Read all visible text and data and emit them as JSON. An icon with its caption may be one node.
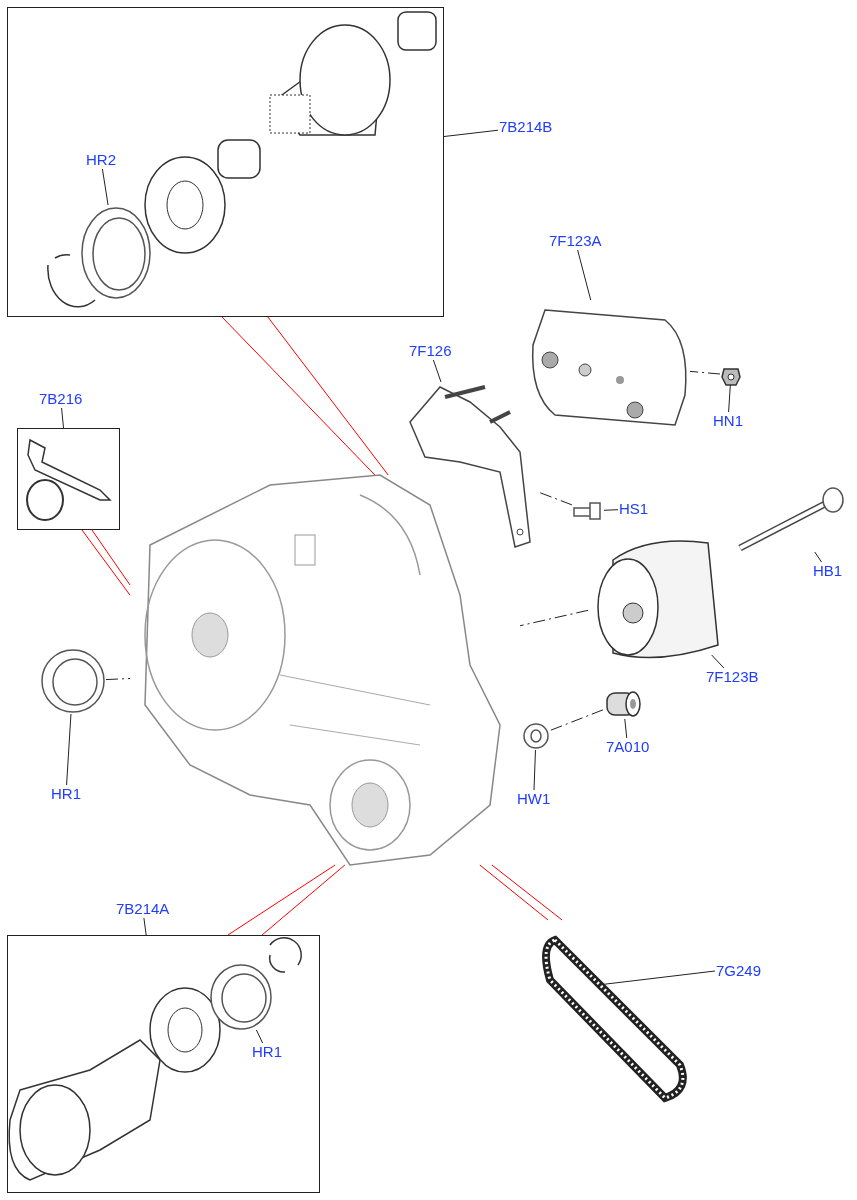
{
  "diagram": {
    "nodes": [
      {
        "text": [],
        "shape": "box"
      },
      {
        "text": [
          "7B214B"
        ]
      },
      {
        "text": [
          "HR2"
        ],
        "in": 0
      },
      {
        "text": [],
        "shape": "picture",
        "in": 0
      },
      {
        "text": [
          "7B216"
        ]
      },
      {
        "text": [],
        "shape": "box"
      },
      {
        "text": [
          "7F123A"
        ]
      },
      {
        "text": [],
        "shape": "picture"
      },
      {
        "text": [
          "7F126"
        ]
      },
      {
        "text": [],
        "shape": "picture"
      },
      {
        "text": [
          "HN1"
        ]
      },
      {
        "text": [],
        "shape": "picture"
      },
      {
        "text": [
          "HS1"
        ]
      },
      {
        "text": [],
        "shape": "picture"
      },
      {
        "text": [
          "HB1"
        ]
      },
      {
        "text": [],
        "shape": "picture"
      },
      {
        "text": [
          "7F123B"
        ]
      },
      {
        "text": [],
        "shape": "picture"
      },
      {
        "text": [
          "7A010"
        ]
      },
      {
        "text": [],
        "shape": "picture"
      },
      {
        "text": [
          "HW1"
        ]
      },
      {
        "text": [],
        "shape": "picture"
      },
      {
        "text": [
          "HR1"
        ]
      },
      {
        "text": [],
        "shape": "picture"
      },
      {
        "text": [],
        "shape": "picture"
      },
      {
        "text": [],
        "shape": "box"
      },
      {
        "text": [
          "7B214A"
        ]
      },
      {
        "text": [
          "HR1"
        ],
        "in": 25
      },
      {
        "text": [],
        "shape": "picture",
        "in": 25
      },
      {
        "text": [
          "7G249"
        ]
      },
      {
        "text": [],
        "shape": "picture"
      }
    ],
    "edges": [
      {
        "from": 1,
        "to": 0,
        "arrow": "none"
      },
      {
        "from": 2,
        "to": 3,
        "arrow": "none"
      },
      {
        "from": 4,
        "to": 5,
        "arrow": "none"
      },
      {
        "from": 6,
        "to": 7,
        "arrow": "none"
      },
      {
        "from": 8,
        "to": 9,
        "arrow": "none"
      },
      {
        "from": 10,
        "to": 11,
        "arrow": "none"
      },
      {
        "from": 12,
        "to": 13,
        "arrow": "none"
      },
      {
        "from": 14,
        "to": 15,
        "arrow": "none"
      },
      {
        "from": 16,
        "to": 17,
        "arrow": "none"
      },
      {
        "from": 18,
        "to": 19,
        "arrow": "none"
      },
      {
        "from": 20,
        "to": 21,
        "arrow": "none"
      },
      {
        "from": 22,
        "to": 23,
        "arrow": "none"
      },
      {
        "from": 26,
        "to": 25,
        "arrow": "none"
      },
      {
        "from": 27,
        "to": 28,
        "arrow": "none"
      },
      {
        "from": 29,
        "to": 30,
        "arrow": "none"
      },
      {
        "from": 24,
        "to": 0,
        "arrow": "none",
        "color": "#ff0000"
      },
      {
        "from": 24,
        "to": 0,
        "arrow": "none",
        "color": "#ff0000"
      },
      {
        "from": 24,
        "to": 5,
        "arrow": "none",
        "color": "#ff0000"
      },
      {
        "from": 24,
        "to": 5,
        "arrow": "none",
        "color": "#ff0000"
      },
      {
        "from": 24,
        "to": 25,
        "arrow": "none",
        "color": "#ff0000"
      },
      {
        "from": 24,
        "to": 25,
        "arrow": "none",
        "color": "#ff0000"
      },
      {
        "from": 24,
        "to": 30,
        "arrow": "none",
        "color": "#ff0000"
      },
      {
        "from": 24,
        "to": 30,
        "arrow": "none",
        "color": "#ff0000"
      },
      {
        "from": 23,
        "to": 24,
        "arrow": "none",
        "style": "dashed"
      },
      {
        "from": 11,
        "to": 7,
        "arrow": "none",
        "style": "dashed"
      },
      {
        "from": 13,
        "to": 9,
        "arrow": "none",
        "style": "dashed"
      },
      {
        "from": 17,
        "to": 24,
        "arrow": "none",
        "style": "dashed"
      },
      {
        "from": 19,
        "to": 21,
        "arrow": "none",
        "style": "dashed"
      }
    ]
  }
}
